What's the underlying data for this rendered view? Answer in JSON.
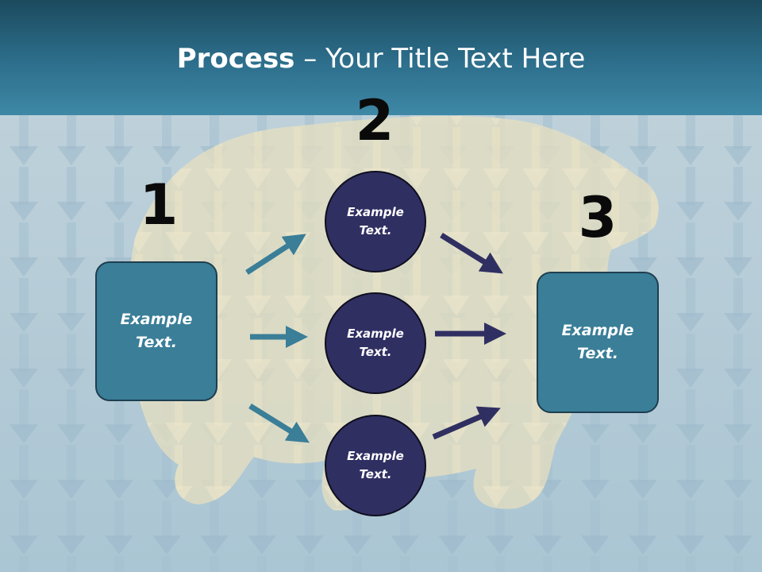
{
  "slide": {
    "title_bold": "Process",
    "title_rest": " – Your Title Text Here"
  },
  "steps": [
    {
      "number": "1",
      "label_line1": "Example",
      "label_line2": "Text."
    },
    {
      "number": "2"
    },
    {
      "number": "3",
      "label_line1": "Example",
      "label_line2": "Text."
    }
  ],
  "circles": [
    {
      "label_line1": "Example",
      "label_line2": "Text."
    },
    {
      "label_line1": "Example",
      "label_line2": "Text."
    },
    {
      "label_line1": "Example",
      "label_line2": "Text."
    }
  ],
  "colors": {
    "title_bar": "#2d6f8c",
    "box_fill": "#3a7e98",
    "circle_fill": "#302f62",
    "arrow_teal": "#3a7e98",
    "arrow_navy": "#302f62"
  }
}
